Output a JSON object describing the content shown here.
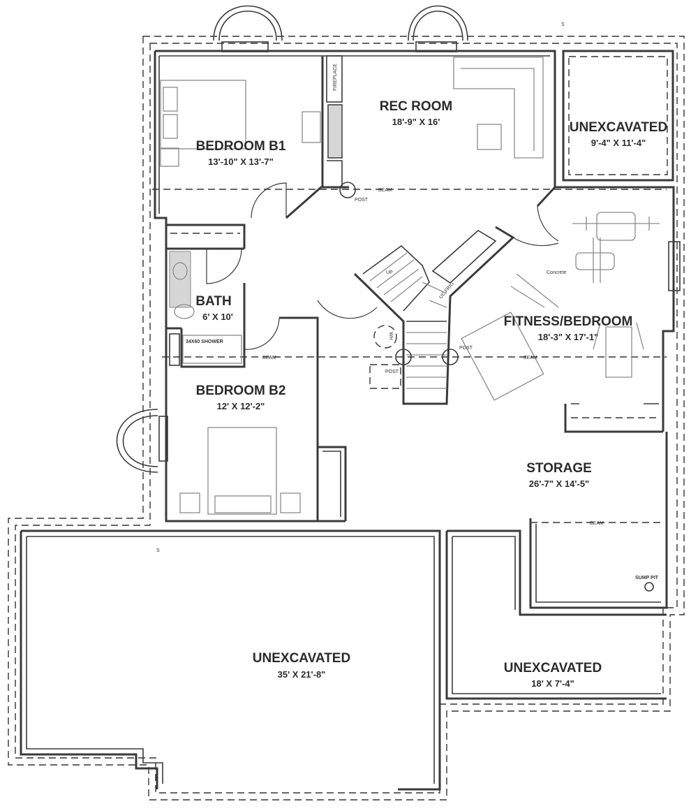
{
  "rooms": {
    "bedroom_b1": {
      "name": "BEDROOM B1",
      "dims": "13'-10\" X 13'-7\""
    },
    "rec_room": {
      "name": "REC ROOM",
      "dims": "18'-9\" X 16'"
    },
    "unexcavated_top": {
      "name": "UNEXCAVATED",
      "dims": "9'-4\" X 11'-4\""
    },
    "bath": {
      "name": "BATH",
      "dims": "6' X 10'"
    },
    "fitness_bedroom": {
      "name": "FITNESS/BEDROOM",
      "dims": "18'-3\" X 17'-1\""
    },
    "bedroom_b2": {
      "name": "BEDROOM B2",
      "dims": "12' X 12'-2\""
    },
    "storage": {
      "name": "STORAGE",
      "dims": "26'-7\" X 14'-5\""
    },
    "unexcavated_large": {
      "name": "UNEXCAVATED",
      "dims": "35' X 21'-8\""
    },
    "unexcavated_right": {
      "name": "UNEXCAVATED",
      "dims": "18' X 7'-4\""
    }
  },
  "labels": {
    "fireplace": "FIREPLACE",
    "beam": "BEAM",
    "post": "POST",
    "up": "UP",
    "uc_frig": "UC FRIG",
    "concrete": "Concrete",
    "shower": "34X60 SHOWER",
    "water_heater": "WH",
    "sump_pit": "SUMP PIT",
    "section_mark": "S"
  }
}
